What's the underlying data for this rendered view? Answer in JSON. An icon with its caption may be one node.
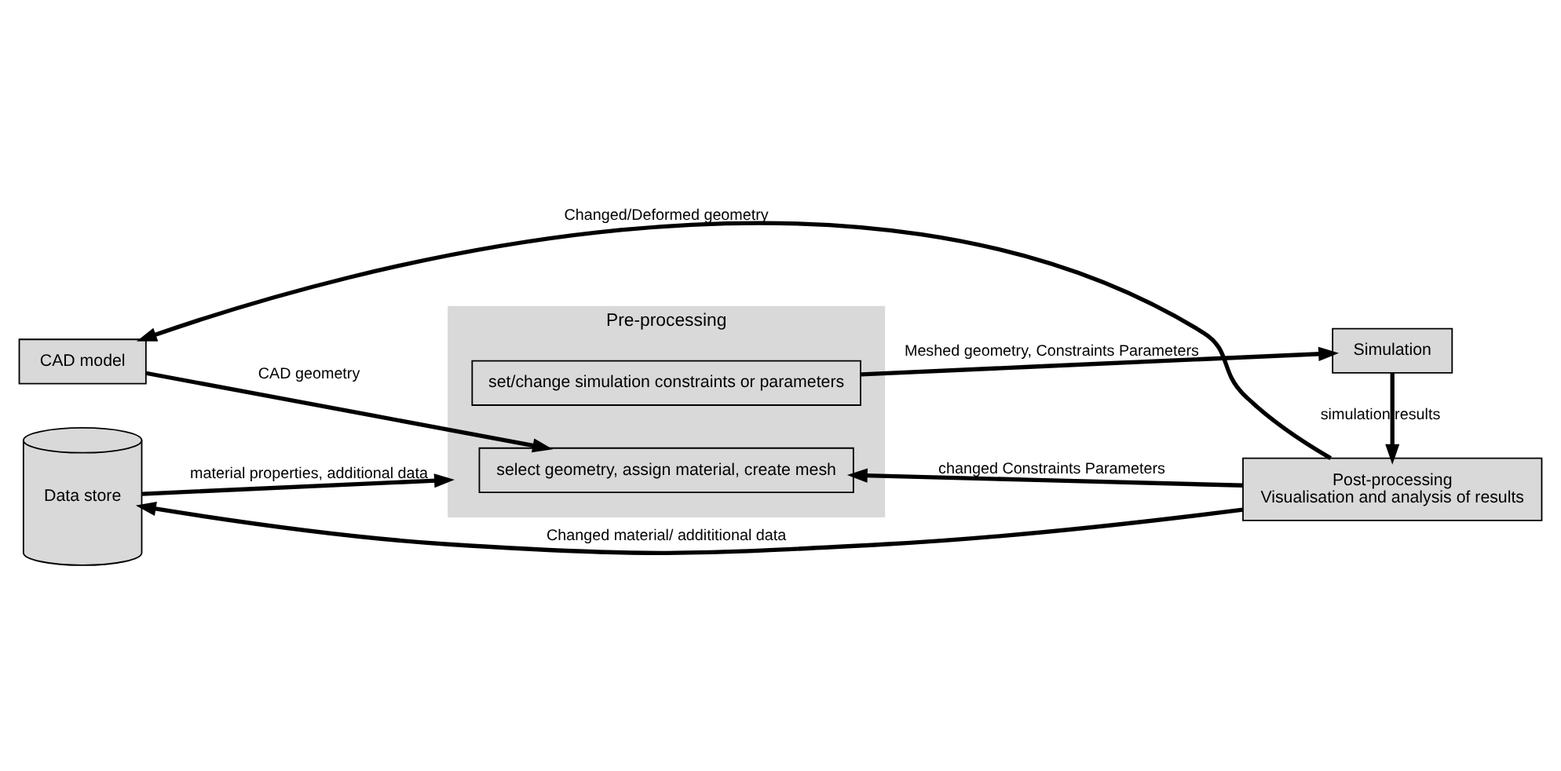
{
  "diagram": {
    "nodes": [
      {
        "text": [
          "CAD model"
        ]
      },
      {
        "text": [
          "Post-processing",
          "Visualisation and analysis of results"
        ]
      },
      {
        "text": [
          "Pre-processing"
        ]
      },
      {
        "text": [
          "select geometry, assign material, create mesh"
        ],
        "in": 2
      },
      {
        "text": [
          "set/change simulation constraints or parameters"
        ],
        "in": 2
      },
      {
        "text": [
          "Data store"
        ]
      },
      {
        "text": [
          "Simulation"
        ]
      }
    ],
    "edges": [
      {
        "from": 1,
        "to": 0,
        "arrow": "to",
        "label": "Changed/Deformed geometry"
      },
      {
        "from": 1,
        "to": 5,
        "arrow": "to",
        "label": "Changed material/ addititional data"
      },
      {
        "from": 0,
        "to": 3,
        "arrow": "to",
        "label": "CAD geometry"
      },
      {
        "from": 5,
        "to": 2,
        "arrow": "to",
        "label": "material properties, additional data"
      },
      {
        "from": 1,
        "to": 3,
        "arrow": "to",
        "label": "changed Constraints Parameters"
      },
      {
        "from": 4,
        "to": 6,
        "arrow": "to",
        "label": "Meshed geometry, Constraints Parameters"
      },
      {
        "from": 6,
        "to": 1,
        "arrow": "to",
        "label": "simulation results"
      }
    ]
  }
}
